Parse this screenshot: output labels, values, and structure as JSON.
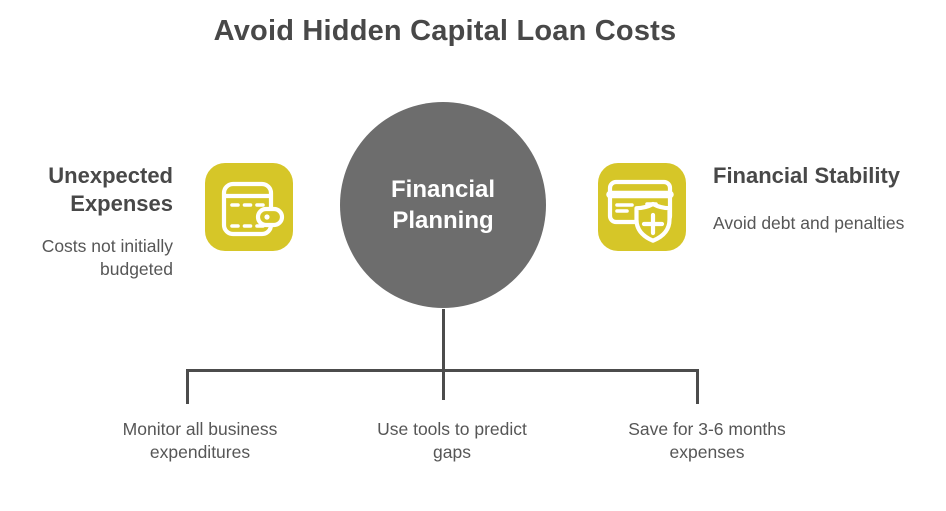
{
  "title": "Avoid Hidden Capital Loan Costs",
  "center_node": {
    "label": "Financial\nPlanning"
  },
  "left_section": {
    "heading": "Unexpected\nExpenses",
    "subtitle": "Costs not initially\nbudgeted",
    "icon": "wallet-icon"
  },
  "right_section": {
    "heading": "Financial Stability",
    "subtitle": "Avoid debt and penalties",
    "icon": "credit-card-shield-icon"
  },
  "branches": [
    {
      "label": "Monitor all business\nexpenditures"
    },
    {
      "label": "Use tools to predict\ngaps"
    },
    {
      "label": "Save for 3-6 months\nexpenses"
    }
  ],
  "colors": {
    "accent_yellow": "#d6c628",
    "circle_gray": "#6d6d6d",
    "heading_text": "#484848",
    "body_text": "#565656",
    "line": "#4c4c4c",
    "background": "#ffffff"
  }
}
